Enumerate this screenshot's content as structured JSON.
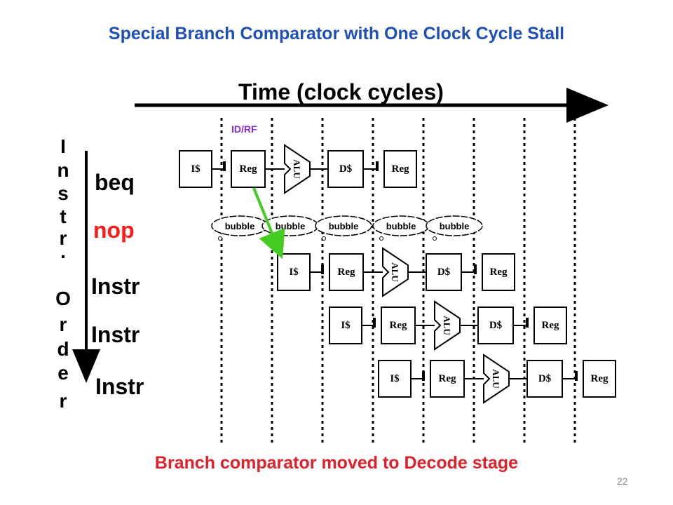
{
  "title": "Special Branch Comparator with One Clock Cycle Stall",
  "time_axis": {
    "label": "Time (clock cycles)"
  },
  "stage_note": "ID/RF",
  "order_label": [
    "I",
    "n",
    "s",
    "t",
    "r",
    ".",
    "O",
    "r",
    "d",
    "e",
    "r"
  ],
  "rows": [
    {
      "label": "beq"
    },
    {
      "label": "nop"
    },
    {
      "label": "Instr"
    },
    {
      "label": "Instr"
    },
    {
      "label": "Instr"
    }
  ],
  "stages": {
    "ifetch": "I$",
    "reg": "Reg",
    "alu": "ALU",
    "dmem": "D$",
    "wb": "Reg"
  },
  "bubble_text": "bubble",
  "bubble_count": 5,
  "colors": {
    "title": "#1f4fb8",
    "nop": "#ff1a1a",
    "footer": "#e0202a",
    "note": "#8a2be2",
    "arrow": "#44cc22"
  },
  "footer": "Branch comparator moved to Decode stage",
  "page_number": "22"
}
